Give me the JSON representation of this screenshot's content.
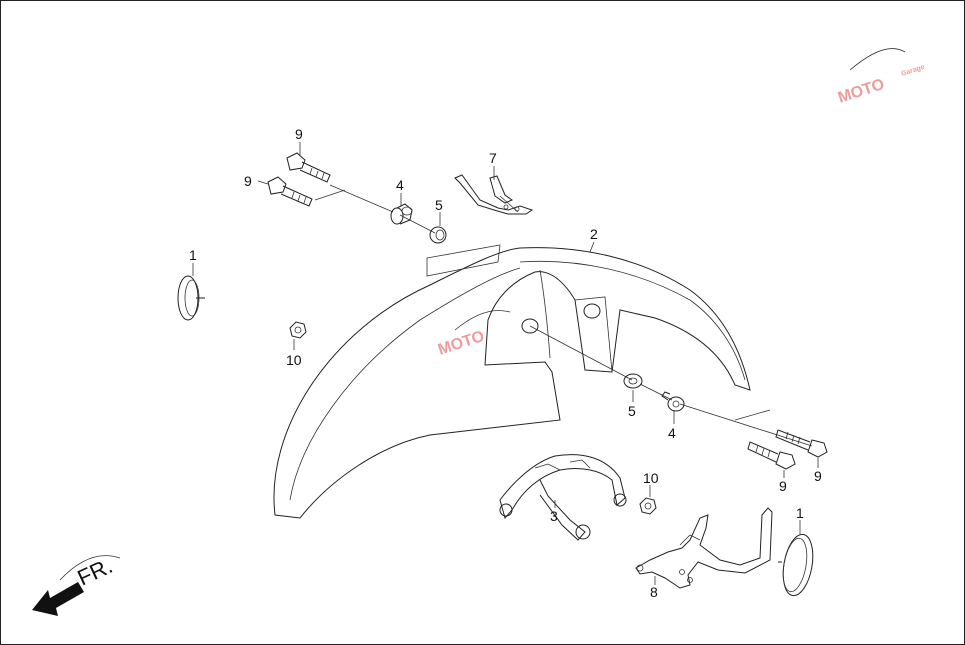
{
  "callouts": [
    {
      "id": "c9a",
      "text": "9"
    },
    {
      "id": "c9b",
      "text": "9"
    },
    {
      "id": "c9c",
      "text": "9"
    },
    {
      "id": "c9d",
      "text": "9"
    },
    {
      "id": "c7",
      "text": "7"
    },
    {
      "id": "c4a",
      "text": "4"
    },
    {
      "id": "c4b",
      "text": "4"
    },
    {
      "id": "c5a",
      "text": "5"
    },
    {
      "id": "c5b",
      "text": "5"
    },
    {
      "id": "c2",
      "text": "2"
    },
    {
      "id": "c1a",
      "text": "1"
    },
    {
      "id": "c1b",
      "text": "1"
    },
    {
      "id": "c10a",
      "text": "10"
    },
    {
      "id": "c10b",
      "text": "10"
    },
    {
      "id": "c3",
      "text": "3"
    },
    {
      "id": "c8",
      "text": "8"
    }
  ],
  "direction": {
    "label": "FR.",
    "arrow_icon": "front-direction-arrow-icon"
  },
  "watermark": {
    "text": "MOTO",
    "subtext": "Garage",
    "accent_color": "#e24a4a"
  },
  "colors": {
    "line": "#222222",
    "background": "#ffffff"
  }
}
